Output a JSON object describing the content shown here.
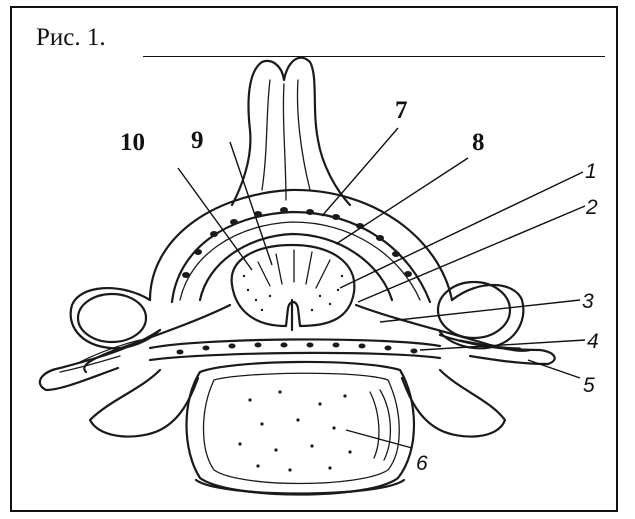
{
  "caption": "Рис. 1.",
  "labels": {
    "l1": "1",
    "l2": "2",
    "l3": "3",
    "l4": "4",
    "l5": "5",
    "l6": "6",
    "l7": "7",
    "l8": "8",
    "l9": "9",
    "l10": "10"
  },
  "colors": {
    "ink": "#1a1a1a",
    "background": "#ffffff"
  }
}
